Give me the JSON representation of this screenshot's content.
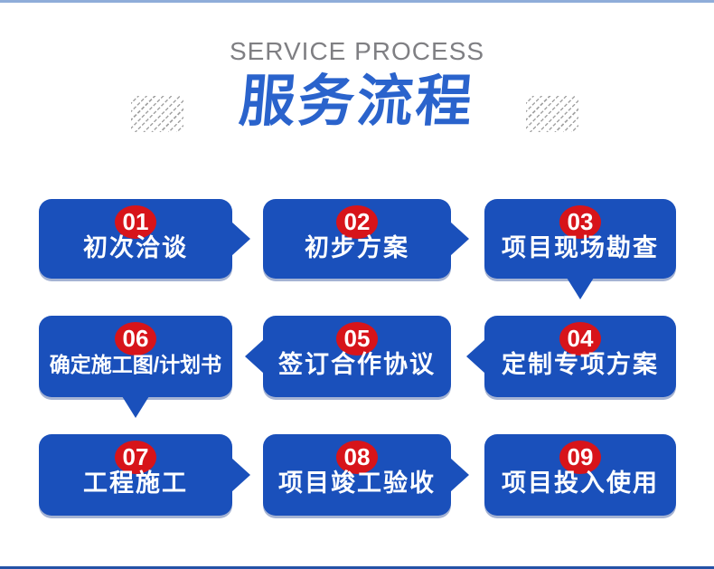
{
  "theme": {
    "bg": "#ffffff",
    "top_bar": "#8fadd9",
    "bottom_bar": "#2452a6",
    "title_blue": "#2a63cc",
    "subtitle_gray": "#7f7f83",
    "box_blue": "#1a50bb",
    "badge_red": "#d7141a",
    "hatch_gray": "#a3a3a3"
  },
  "header": {
    "subtitle": "SERVICE PROCESS",
    "title": "服务流程"
  },
  "flow": {
    "steps": [
      {
        "number": "01",
        "label": "初次洽谈",
        "arrow": "right"
      },
      {
        "number": "02",
        "label": "初步方案",
        "arrow": "right"
      },
      {
        "number": "03",
        "label": "项目现场勘查",
        "arrow": "down"
      },
      {
        "number": "04",
        "label": "定制专项方案",
        "arrow": "left"
      },
      {
        "number": "05",
        "label": "签订合作协议",
        "arrow": "left"
      },
      {
        "number": "06",
        "label": "确定施工图/计划书",
        "arrow": "down"
      },
      {
        "number": "07",
        "label": "工程施工",
        "arrow": "right"
      },
      {
        "number": "08",
        "label": "项目竣工验收",
        "arrow": "right"
      },
      {
        "number": "09",
        "label": "项目投入使用",
        "arrow": "none"
      }
    ]
  }
}
